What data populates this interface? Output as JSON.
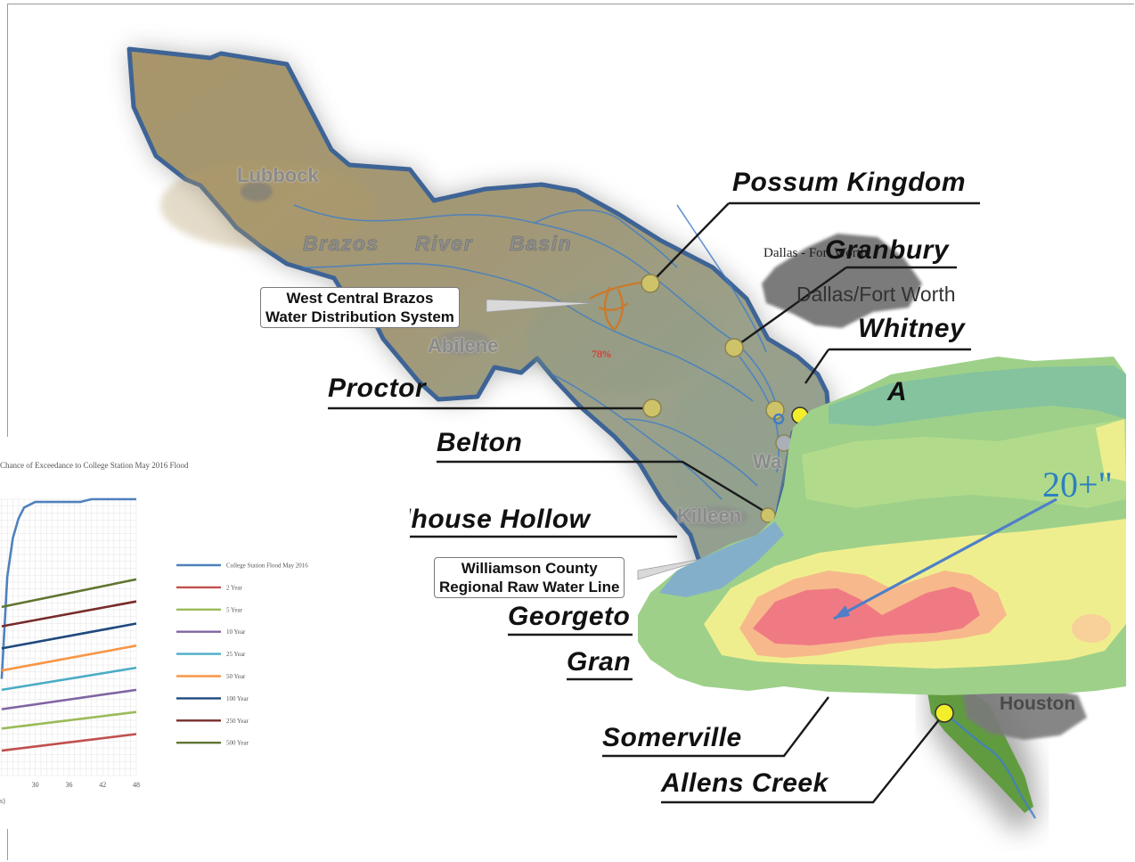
{
  "map": {
    "basin_name": "Brazos River Basin",
    "basin_words": [
      "Brazos",
      "River",
      "Basin"
    ],
    "cities": {
      "lubbock": "Lubbock",
      "abilene": "Abilene",
      "dallas_fort_worth": "Dallas/Fort Worth",
      "killeen": "Killeen",
      "waco_partial": "Wa",
      "houston": "Houston"
    },
    "overlap_text": "Dallas - Fort Worth",
    "percent_label": "78%",
    "reservoirs": [
      {
        "name": "Possum Kingdom"
      },
      {
        "name": "Granbury"
      },
      {
        "name": "Whitney"
      },
      {
        "name": "Proctor"
      },
      {
        "name": "Belton"
      },
      {
        "name": "Stillhouse Hollow"
      },
      {
        "name": "Georgeto"
      },
      {
        "name": "Gran"
      },
      {
        "name": "Somerville"
      },
      {
        "name": "Allens Creek"
      },
      {
        "name": "A"
      }
    ],
    "callouts": {
      "west_central_line1": "West Central Brazos",
      "west_central_line2": "Water Distribution System",
      "williamson_line1": "Williamson County",
      "williamson_line2": "Regional Raw Water Line"
    },
    "colors": {
      "basin_outline": "#3e6496",
      "basin_fill": "#a39673",
      "river": "#3f7ec7",
      "dam_marker": "#c9c06a",
      "rain_high": "#f07080"
    }
  },
  "rainfall_overlay": {
    "label": "20+\""
  },
  "chart": {
    "title": "Chance of Exceedance to College Station May 2016 Flood",
    "x_axis_label": "s)",
    "x_ticks": [
      "30",
      "36",
      "42",
      "48"
    ],
    "legend": [
      {
        "label": "College Station Flood May 2016",
        "color": "#4f81bd"
      },
      {
        "label": "2 Year",
        "color": "#c0504d"
      },
      {
        "label": "5 Year",
        "color": "#9bbb59"
      },
      {
        "label": "10 Year",
        "color": "#8064a2"
      },
      {
        "label": "25 Year",
        "color": "#4bacc6"
      },
      {
        "label": "50 Year",
        "color": "#f79646"
      },
      {
        "label": "100 Year",
        "color": "#1f497d"
      },
      {
        "label": "250 Year",
        "color": "#772c2a"
      },
      {
        "label": "500 Year",
        "color": "#5f7530"
      }
    ]
  },
  "chart_data": {
    "type": "line",
    "title": "Chance of Exceedance to College Station May 2016 Flood",
    "xlabel": "s)",
    "x": [
      24,
      48
    ],
    "xlim": [
      24,
      48
    ],
    "x_ticks": [
      30,
      36,
      42,
      48
    ],
    "grid": true,
    "legend_position": "right",
    "series": [
      {
        "name": "College Station Flood May 2016",
        "x": [
          24,
          25,
          26,
          27,
          28,
          30,
          32,
          35,
          38,
          40,
          48
        ],
        "values": [
          0.35,
          0.72,
          0.86,
          0.93,
          0.97,
          0.99,
          0.99,
          0.99,
          0.99,
          1.0,
          1.0
        ]
      },
      {
        "name": "2 Year",
        "values": [
          0.09,
          0.15
        ]
      },
      {
        "name": "5 Year",
        "values": [
          0.17,
          0.23
        ]
      },
      {
        "name": "10 Year",
        "values": [
          0.24,
          0.31
        ]
      },
      {
        "name": "25 Year",
        "values": [
          0.31,
          0.39
        ]
      },
      {
        "name": "50 Year",
        "values": [
          0.38,
          0.47
        ]
      },
      {
        "name": "100 Year",
        "values": [
          0.46,
          0.55
        ]
      },
      {
        "name": "250 Year",
        "values": [
          0.54,
          0.63
        ]
      },
      {
        "name": "500 Year",
        "values": [
          0.61,
          0.71
        ]
      }
    ]
  }
}
